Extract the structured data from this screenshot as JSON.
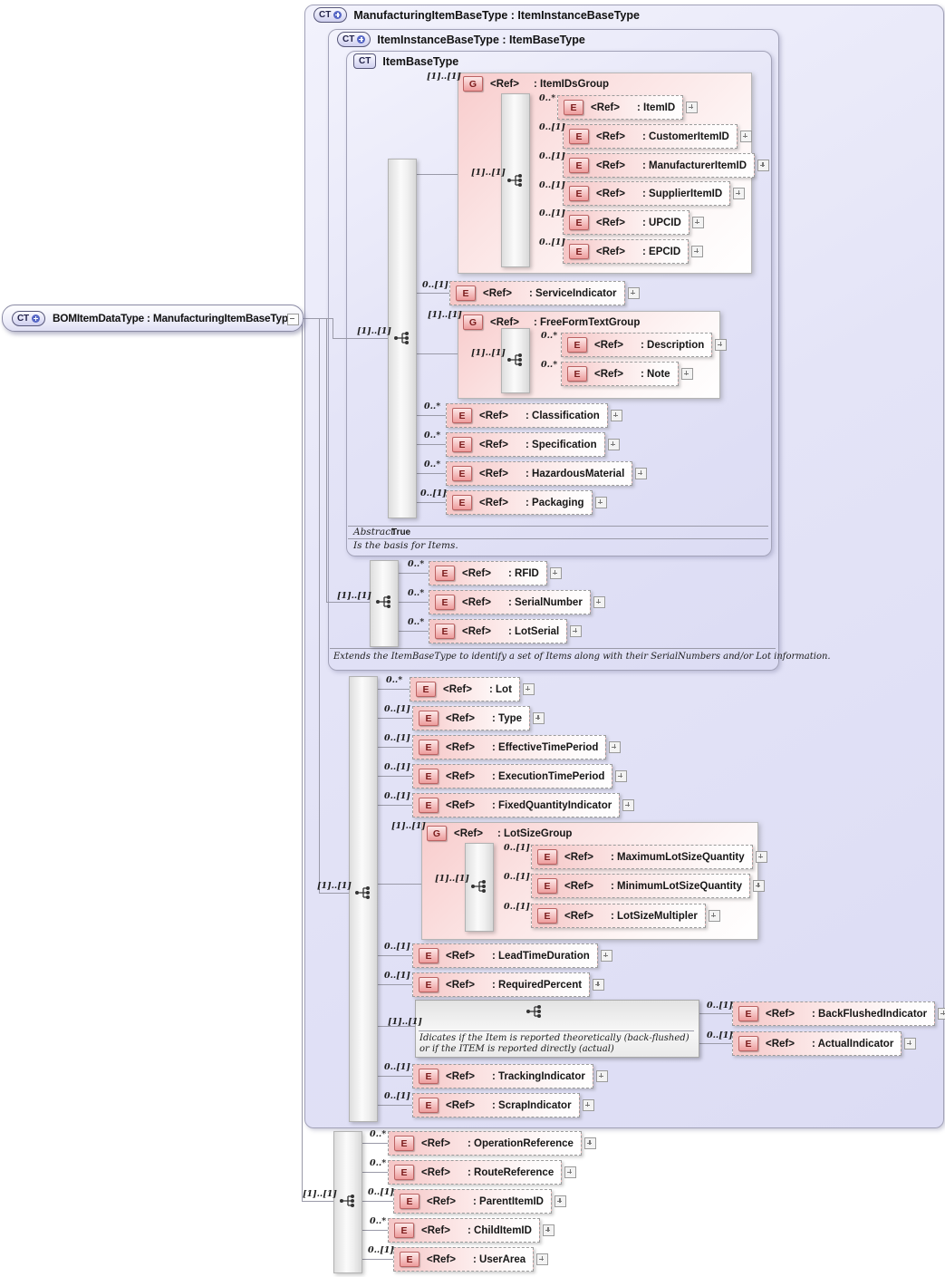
{
  "labels": {
    "ref": "<Ref>",
    "e": "E",
    "g": "G",
    "ct": "CT"
  },
  "colors": {
    "type_fill": "#e2e2f6",
    "element_fill": "#f5c6c6",
    "badge_border": "#bb6262",
    "bar_fill": "#ededed"
  },
  "root": {
    "title": "BOMItemDataType : ManufacturingItemBaseType",
    "card": "[1]..[1]"
  },
  "types": {
    "manufacturing": {
      "title": "ManufacturingItemBaseType : ItemInstanceBaseType",
      "seq_card": "[1]..[1]"
    },
    "iteminstance": {
      "title": "ItemInstanceBaseType : ItemBaseType",
      "seq_card": "[1]..[1]",
      "note": "Extends the ItemBaseType to identify a set of Items along with their SerialNumbers and/or Lot information."
    },
    "itembase": {
      "title": "ItemBaseType",
      "seq_card": "[1]..[1]",
      "abstract_label": "Abstract",
      "abstract_value": "True",
      "note": "Is the basis for Items."
    }
  },
  "groups": {
    "itemids": {
      "card": "[1]..[1]",
      "name": ": ItemIDsGroup",
      "seq_card": "[1]..[1]"
    },
    "freeform": {
      "card": "[1]..[1]",
      "name": ": FreeFormTextGroup",
      "seq_card": "[1]..[1]"
    },
    "lotsize": {
      "card": "[1]..[1]",
      "name": ": LotSizeGroup",
      "seq_card": "[1]..[1]"
    }
  },
  "choice": {
    "card": "[1]..[1]",
    "note": "Idicates if the Item is reported theoretically (back-flushed) or if the ITEM is reported directly (actual)"
  },
  "el": {
    "itemid": {
      "card": "0..*",
      "name": ": ItemID"
    },
    "customeritemid": {
      "card": "0..[1]",
      "name": ": CustomerItemID"
    },
    "manufactureritemid": {
      "card": "0..[1]",
      "name": ": ManufacturerItemID"
    },
    "supplieritemid": {
      "card": "0..[1]",
      "name": ": SupplierItemID"
    },
    "upcid": {
      "card": "0..[1]",
      "name": ": UPCID"
    },
    "epcid": {
      "card": "0..[1]",
      "name": ": EPCID"
    },
    "serviceindicator": {
      "card": "0..[1]",
      "name": ": ServiceIndicator"
    },
    "description": {
      "card": "0..*",
      "name": ": Description"
    },
    "note": {
      "card": "0..*",
      "name": ": Note"
    },
    "classification": {
      "card": "0..*",
      "name": ": Classification"
    },
    "specification": {
      "card": "0..*",
      "name": ": Specification"
    },
    "hazardousmaterial": {
      "card": "0..*",
      "name": ": HazardousMaterial"
    },
    "packaging": {
      "card": "0..[1]",
      "name": ": Packaging"
    },
    "rfid": {
      "card": "0..*",
      "name": ": RFID"
    },
    "serialnumber": {
      "card": "0..*",
      "name": ": SerialNumber"
    },
    "lotserial": {
      "card": "0..*",
      "name": ": LotSerial"
    },
    "lot": {
      "card": "0..*",
      "name": ": Lot"
    },
    "type": {
      "card": "0..[1]",
      "name": ": Type"
    },
    "effectivetimeperiod": {
      "card": "0..[1]",
      "name": ": EffectiveTimePeriod"
    },
    "executiontimeperiod": {
      "card": "0..[1]",
      "name": ": ExecutionTimePeriod"
    },
    "fixedquantityindicator": {
      "card": "0..[1]",
      "name": ": FixedQuantityIndicator"
    },
    "maximumlotsizequantity": {
      "card": "0..[1]",
      "name": ": MaximumLotSizeQuantity"
    },
    "minimumlotsizequantity": {
      "card": "0..[1]",
      "name": ": MinimumLotSizeQuantity"
    },
    "lotsizemultipler": {
      "card": "0..[1]",
      "name": ": LotSizeMultipler"
    },
    "leadtimeduration": {
      "card": "0..[1]",
      "name": ": LeadTimeDuration"
    },
    "requiredpercent": {
      "card": "0..[1]",
      "name": ": RequiredPercent"
    },
    "backflushedindicator": {
      "card": "0..[1]",
      "name": ": BackFlushedIndicator"
    },
    "actualindicator": {
      "card": "0..[1]",
      "name": ": ActualIndicator"
    },
    "trackingindicator": {
      "card": "0..[1]",
      "name": ": TrackingIndicator"
    },
    "scrapindicator": {
      "card": "0..[1]",
      "name": ": ScrapIndicator"
    },
    "operationreference": {
      "card": "0..*",
      "name": ": OperationReference"
    },
    "routereference": {
      "card": "0..*",
      "name": ": RouteReference"
    },
    "parentitemid": {
      "card": "0..[1]",
      "name": ": ParentItemID"
    },
    "childitemid": {
      "card": "0..*",
      "name": ": ChildItemID"
    },
    "userarea": {
      "card": "0..[1]",
      "name": ": UserArea"
    }
  }
}
